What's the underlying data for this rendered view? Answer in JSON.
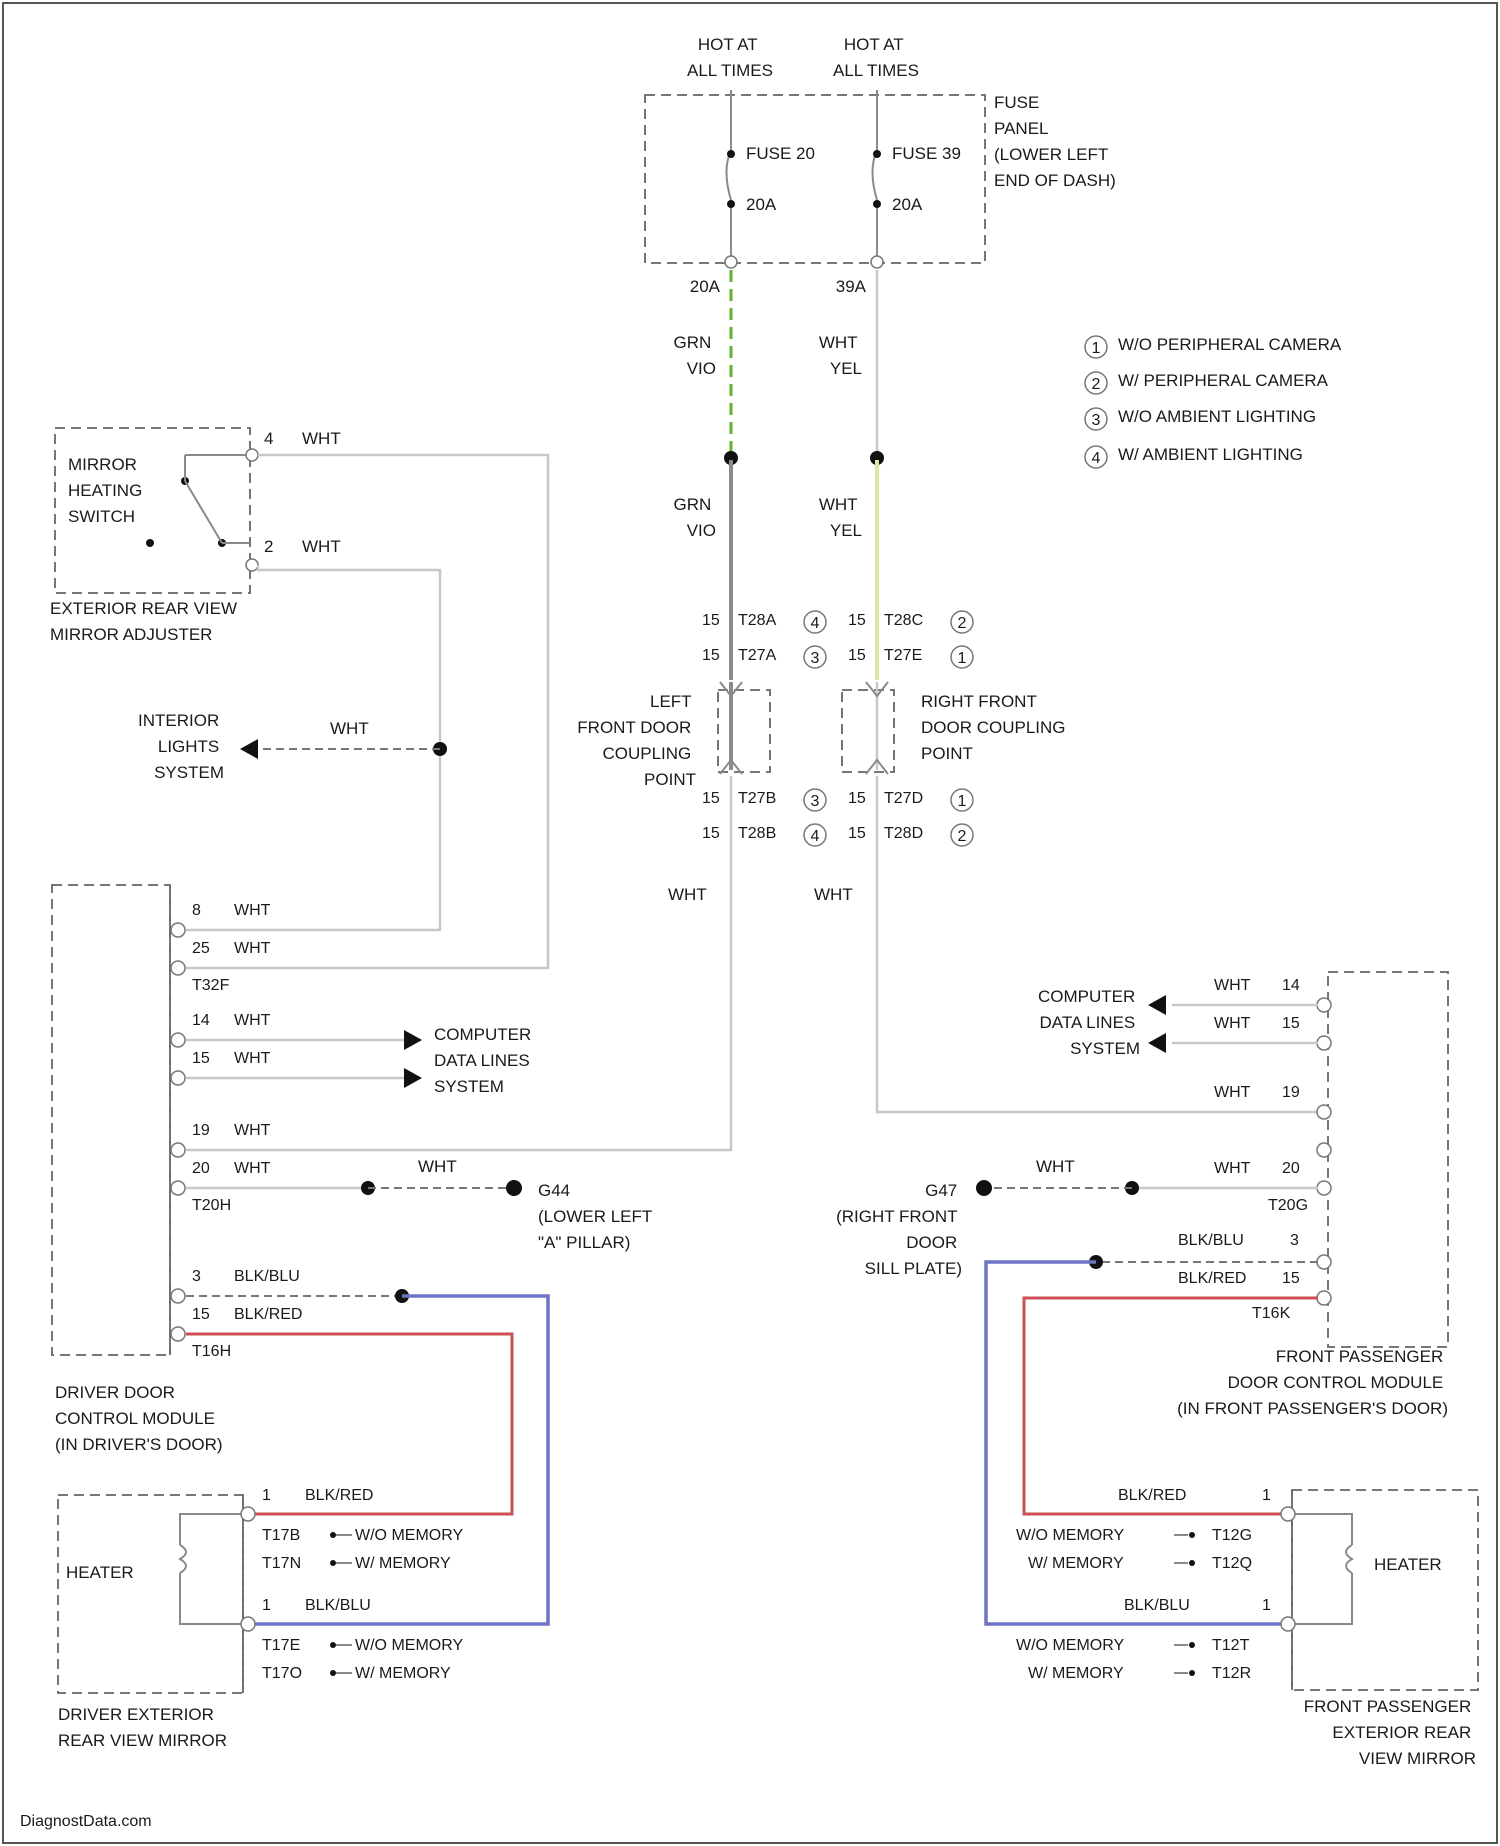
{
  "labels": {
    "hot1": [
      "HOT AT",
      "ALL TIMES"
    ],
    "hot2": [
      "HOT AT",
      "ALL TIMES"
    ],
    "fuse_panel": [
      "FUSE",
      "PANEL",
      "(LOWER LEFT",
      "END OF DASH)"
    ],
    "fuse1_name": "FUSE 20",
    "fuse1_amp": "20A",
    "fuse2_name": "FUSE 39",
    "fuse2_amp": "20A",
    "fuse1_term": "20A",
    "fuse2_term": "39A",
    "wire_l_top": [
      "GRN",
      "VIO"
    ],
    "wire_r_top": [
      "WHT",
      "YEL"
    ],
    "wire_l_mid": [
      "GRN",
      "VIO"
    ],
    "wire_r_mid": [
      "WHT",
      "YEL"
    ],
    "legend": [
      {
        "num": "1",
        "text": "W/O PERIPHERAL CAMERA"
      },
      {
        "num": "2",
        "text": "W/ PERIPHERAL CAMERA"
      },
      {
        "num": "3",
        "text": "W/O AMBIENT LIGHTING"
      },
      {
        "num": "4",
        "text": "W/ AMBIENT LIGHTING"
      }
    ],
    "mirror_switch": [
      "MIRROR",
      "HEATING",
      "SWITCH"
    ],
    "switch_pin1": "4",
    "switch_pin1_wire": "WHT",
    "switch_pin2": "2",
    "switch_pin2_wire": "WHT",
    "ext_adjuster": [
      "EXTERIOR REAR VIEW",
      "MIRROR ADJUSTER"
    ],
    "interior_lights": [
      "INTERIOR",
      "LIGHTS",
      "SYSTEM"
    ],
    "interior_wire": "WHT",
    "conn_tl": [
      {
        "pin": "15",
        "name": "T28A",
        "ref": "4"
      },
      {
        "pin": "15",
        "name": "T27A",
        "ref": "3"
      }
    ],
    "conn_tr": [
      {
        "pin": "15",
        "name": "T28C",
        "ref": "2"
      },
      {
        "pin": "15",
        "name": "T27E",
        "ref": "1"
      }
    ],
    "left_coupling": [
      "LEFT",
      "FRONT DOOR",
      "COUPLING",
      "POINT"
    ],
    "right_coupling": [
      "RIGHT FRONT",
      "DOOR COUPLING",
      "POINT"
    ],
    "conn_bl": [
      {
        "pin": "15",
        "name": "T27B",
        "ref": "3"
      },
      {
        "pin": "15",
        "name": "T28B",
        "ref": "4"
      }
    ],
    "conn_br": [
      {
        "pin": "15",
        "name": "T27D",
        "ref": "1"
      },
      {
        "pin": "15",
        "name": "T28D",
        "ref": "2"
      }
    ],
    "wht_l": "WHT",
    "wht_r": "WHT",
    "ddcm_pins": [
      {
        "pin": "8",
        "wire": "WHT"
      },
      {
        "pin": "25",
        "wire": "WHT"
      }
    ],
    "ddcm_conn1": "T32F",
    "ddcm_pins2": [
      {
        "pin": "14",
        "wire": "WHT"
      },
      {
        "pin": "15",
        "wire": "WHT"
      },
      {
        "pin": "19",
        "wire": "WHT"
      },
      {
        "pin": "20",
        "wire": "WHT"
      }
    ],
    "ddcm_conn2": "T20H",
    "cds_left": [
      "COMPUTER",
      "DATA LINES",
      "SYSTEM"
    ],
    "cds_right": [
      "COMPUTER",
      "DATA LINES",
      "SYSTEM"
    ],
    "g44_wire": "WHT",
    "g44": [
      "G44",
      "(LOWER LEFT",
      "\"A\" PILLAR)"
    ],
    "ddcm_pins3": [
      {
        "pin": "3",
        "wire": "BLK/BLU"
      },
      {
        "pin": "15",
        "wire": "BLK/RED"
      }
    ],
    "ddcm_conn3": "T16H",
    "ddcm": [
      "DRIVER DOOR",
      "CONTROL MODULE",
      "(IN DRIVER'S DOOR)"
    ],
    "pdcm_pins": [
      {
        "pin": "14",
        "wire": "WHT"
      },
      {
        "pin": "15",
        "wire": "WHT"
      },
      {
        "pin": "19",
        "wire": "WHT"
      },
      {
        "pin": "20",
        "wire": "WHT"
      }
    ],
    "pdcm_conn2": "T20G",
    "g47_wire": "WHT",
    "g47": [
      "G47",
      "(RIGHT FRONT",
      "DOOR",
      "SILL PLATE)"
    ],
    "pdcm_pins3": [
      {
        "pin": "3",
        "wire": "BLK/BLU"
      },
      {
        "pin": "15",
        "wire": "BLK/RED"
      }
    ],
    "pdcm_conn3": "T16K",
    "pdcm": [
      "FRONT PASSENGER",
      "DOOR CONTROL MODULE",
      "(IN FRONT PASSENGER'S DOOR)"
    ],
    "dmirror_heater": "HEATER",
    "dmirror_top_pin": "1",
    "dmirror_top_wire": "BLK/RED",
    "dmirror_top_conns": [
      {
        "name": "T17B",
        "text": "W/O MEMORY"
      },
      {
        "name": "T17N",
        "text": "W/ MEMORY"
      }
    ],
    "dmirror_bot_pin": "1",
    "dmirror_bot_wire": "BLK/BLU",
    "dmirror_bot_conns": [
      {
        "name": "T17E",
        "text": "W/O MEMORY"
      },
      {
        "name": "T17O",
        "text": "W/ MEMORY"
      }
    ],
    "dmirror": [
      "DRIVER EXTERIOR",
      "REAR VIEW MIRROR"
    ],
    "pmirror_heater": "HEATER",
    "pmirror_top_wire": "BLK/RED",
    "pmirror_top_pin": "1",
    "pmirror_top_conns": [
      {
        "name": "T12G",
        "text": "W/O MEMORY"
      },
      {
        "name": "T12Q",
        "text": "W/ MEMORY"
      }
    ],
    "pmirror_bot_wire": "BLK/BLU",
    "pmirror_bot_pin": "1",
    "pmirror_bot_conns": [
      {
        "name": "T12T",
        "text": "W/O MEMORY"
      },
      {
        "name": "T12R",
        "text": "W/ MEMORY"
      }
    ],
    "pmirror": [
      "FRONT PASSENGER",
      "EXTERIOR REAR",
      "VIEW MIRROR"
    ],
    "watermark": "DiagnostData.com"
  },
  "colors": {
    "grn_vio": "#63b032",
    "gray": "#8a8a8a",
    "wht_yel": "#d9e7a3",
    "blk_red": "#cc4f55",
    "blk_blu": "#6e73c4"
  }
}
